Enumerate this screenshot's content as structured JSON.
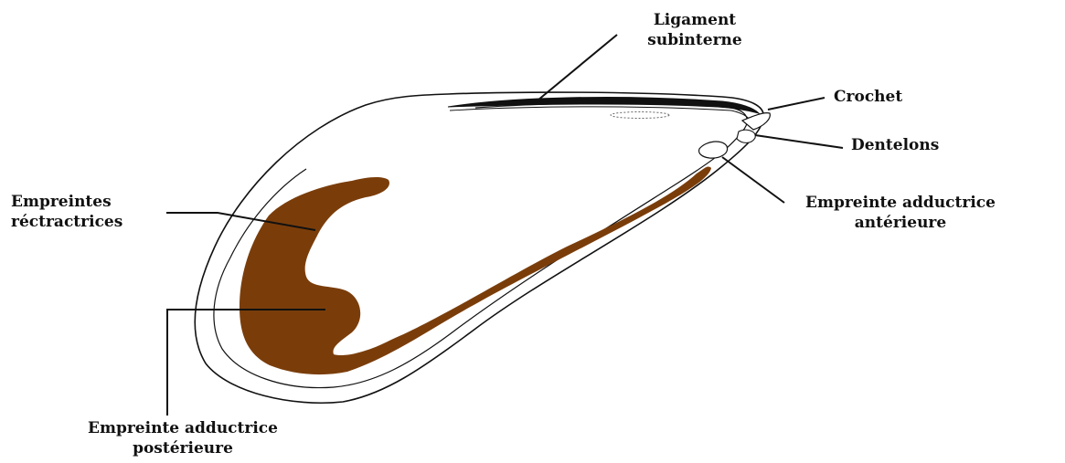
{
  "labels": {
    "ligament_line1": "Ligament",
    "ligament_line2": "subinterne",
    "crochet": "Crochet",
    "dentelons": "Dentelons",
    "adductrice_ant_line1": "Empreinte adductrice",
    "adductrice_ant_line2": "antérieure",
    "retractrices_line1": "Empreintes",
    "retractrices_line2": "réctractrices",
    "adductrice_post_line1": "Empreinte adductrice",
    "adductrice_post_line2": "postérieure"
  },
  "colors": {
    "muscle_scar": "#7a3d0a",
    "outline": "#111111",
    "ligament": "#111111",
    "background": "#ffffff"
  }
}
